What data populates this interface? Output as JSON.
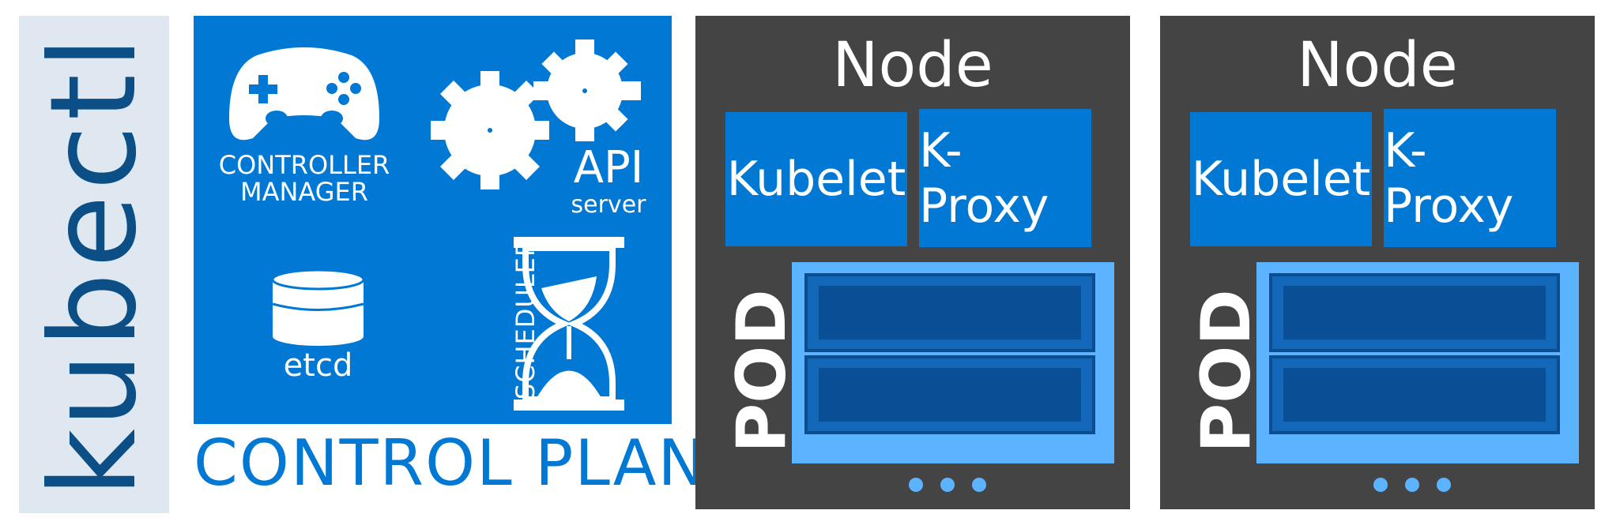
{
  "kubectl": {
    "label": "kubectl"
  },
  "control_plane": {
    "title": "CONTROL PLANE",
    "components": {
      "controller_manager": "CONTROLLER\nMANAGER",
      "api_server_title": "API",
      "api_server_sub": "server",
      "etcd": "etcd",
      "scheduler": "SCHEDULER"
    }
  },
  "nodes": [
    {
      "title": "Node",
      "kubelet": "Kubelet",
      "kproxy": "K-Proxy",
      "pod": "POD"
    },
    {
      "title": "Node",
      "kubelet": "Kubelet",
      "kproxy": "K-Proxy",
      "pod": "POD"
    }
  ],
  "colors": {
    "blue": "#0078d4",
    "dark": "#444444",
    "light_blue": "#5cb3ff",
    "kubectl_bg": "#dfe7f0",
    "kubectl_text": "#0b4f86"
  }
}
